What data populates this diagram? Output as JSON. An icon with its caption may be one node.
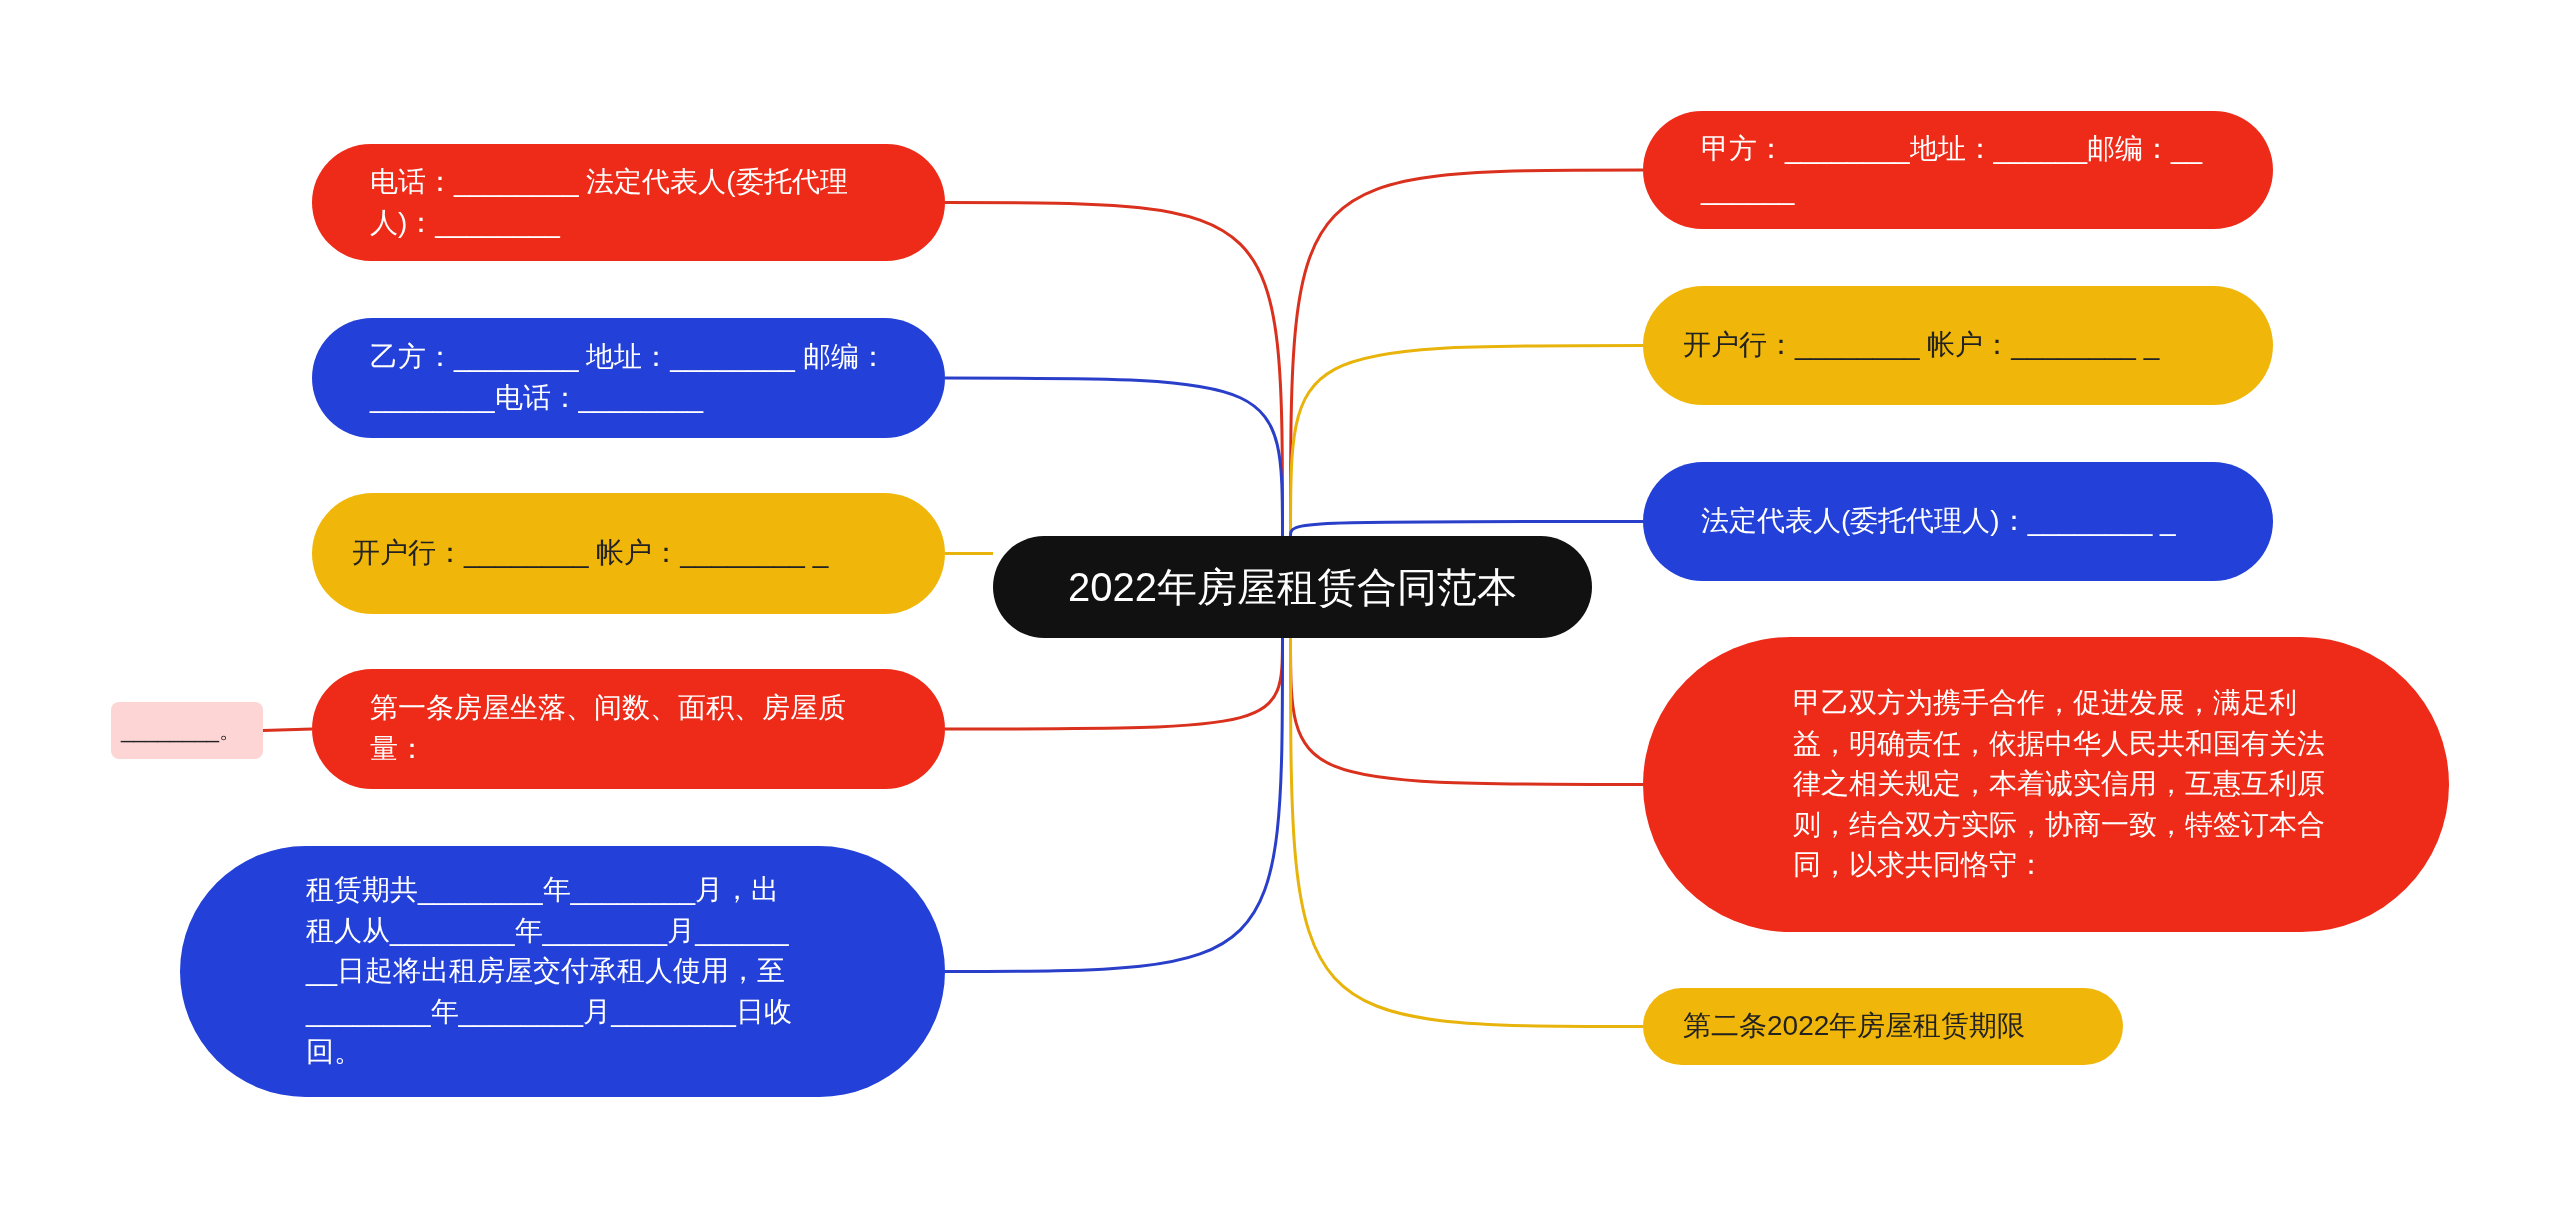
{
  "diagram": {
    "nodes": [
      {
        "text": [
          "2022年房屋租赁合同范本"
        ]
      },
      {
        "text": [
          "电话：________ 法定代表人(委托代理人)：________"
        ]
      },
      {
        "text": [
          "乙方：________ 地址：________ 邮编：________电话：________"
        ]
      },
      {
        "text": [
          "开户行：________ 帐户：________ _"
        ]
      },
      {
        "text": [
          "第一条房屋坐落、间数、面积、房屋质量："
        ]
      },
      {
        "text": [
          "租赁期共________年________月，出租人从________年________月________日起将出租房屋交付承租人使用，至________年________月________日收回。"
        ]
      },
      {
        "text": [
          "________。"
        ]
      },
      {
        "text": [
          "甲方：________地址：______邮编：________"
        ]
      },
      {
        "text": [
          "开户行：________ 帐户：________ _"
        ]
      },
      {
        "text": [
          "法定代表人(委托代理人)：________ _"
        ]
      },
      {
        "text": [
          "甲乙双方为携手合作，促进发展，满足利益，明确责任，依据中华人民共和国有关法律之相关规定，本着诚实信用，互惠互利原则，结合双方实际，协商一致，特签订本合同，以求共同恪守："
        ]
      },
      {
        "text": [
          "第二条2022年房屋租赁期限"
        ]
      }
    ],
    "edges": [
      {
        "from": 0,
        "to": 1,
        "arrow": "none"
      },
      {
        "from": 0,
        "to": 2,
        "arrow": "none",
        "color": "#2a3fc9"
      },
      {
        "from": 0,
        "to": 3,
        "arrow": "none",
        "color": "#e8b40c"
      },
      {
        "from": 0,
        "to": 4,
        "arrow": "none"
      },
      {
        "from": 0,
        "to": 5,
        "arrow": "none",
        "color": "#2a3fc9"
      },
      {
        "from": 4,
        "to": 6,
        "arrow": "none"
      },
      {
        "from": 0,
        "to": 7,
        "arrow": "none"
      },
      {
        "from": 0,
        "to": 8,
        "arrow": "none",
        "color": "#e8b40c"
      },
      {
        "from": 0,
        "to": 9,
        "arrow": "none",
        "color": "#2a3fc9"
      },
      {
        "from": 0,
        "to": 10,
        "arrow": "none"
      },
      {
        "from": 0,
        "to": 11,
        "arrow": "none",
        "color": "#e8b40c"
      }
    ]
  }
}
